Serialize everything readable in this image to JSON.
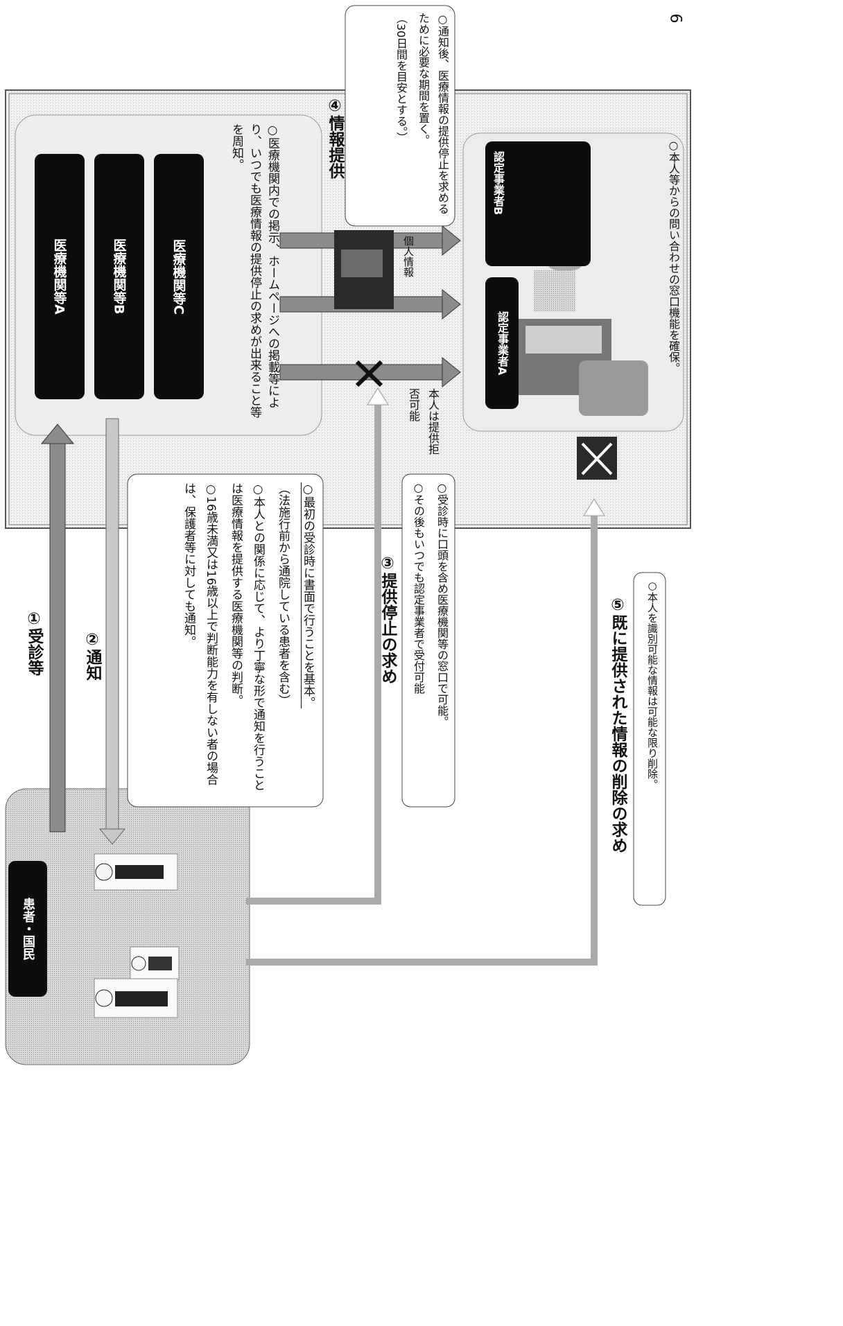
{
  "page_number": "6",
  "patient_box": {
    "label": "患者・国民"
  },
  "institutions": [
    {
      "label": "医療機関等A"
    },
    {
      "label": "医療機関等B"
    },
    {
      "label": "医療機関等C"
    }
  ],
  "institution_note": "○医療機関内での掲示、ホームページへの掲載等により、いつでも医療情報の提供停止の求めが出来ること等を周知。",
  "operators": [
    {
      "label": "認定事業者A"
    },
    {
      "label": "認定事業者B"
    }
  ],
  "operator_note": "○本人等からの問い合わせの窓口機能を確保。",
  "step1": {
    "title": "①受診等"
  },
  "step2": {
    "title": "②通知",
    "items": [
      "○最初の受診時に書面で行うことを基本。",
      "（法施行前から通院している患者を含む）",
      "○本人との関係に応じて、より丁寧な形で通知を行うことは医療情報を提供する医療機関等の判断。",
      "○16歳未満又は16歳以上で判断能力を有しない者の場合は、保護者等に対しても通知。"
    ]
  },
  "step3": {
    "title": "③提供停止の求め",
    "items": [
      "○受診時に口頭を含め医療機関等の窓口で可能。",
      "○その後もいつでも認定事業者で受付可能"
    ]
  },
  "step4": {
    "title": "④情報提供",
    "items": [
      "○通知後、医療情報の提供停止を求めるために必要な期間を置く。",
      "（30日間を目安とする。）"
    ]
  },
  "step5": {
    "title": "⑤既に提供された情報の削除の求め",
    "items": [
      "○本人を識別可能な情報は可能な限り削除。"
    ]
  },
  "refuse_label": "本人は提供拒否可能",
  "personal_info_label": "個人情報",
  "colors": {
    "black": "#0d0d0d",
    "gray_panel": "#d6d6d6",
    "light_panel": "#ededed",
    "arrow": "#9a9a9a"
  }
}
